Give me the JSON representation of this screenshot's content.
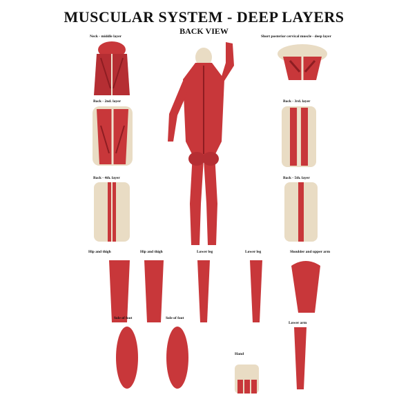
{
  "title": "MUSCULAR SYSTEM - DEEP LAYERS",
  "subtitle": "BACK VIEW",
  "panels": {
    "neck_middle": "Neck - middle layer",
    "short_posterior": "Short posterior cervical muscle - deep layer",
    "back_2nd": "Back - 2nd. layer",
    "back_3rd": "Back - 3rd. layer",
    "back_4th": "Back - 4th. layer",
    "back_5th": "Back - 5th. layer",
    "hip_thigh_1": "Hip and thigh",
    "hip_thigh_2": "Hip and thigh",
    "lower_leg_1": "Lower leg",
    "lower_leg_2": "Lower leg",
    "shoulder_upper_arm": "Shoulder and upper arm",
    "sole_1": "Sole of foot",
    "sole_2": "Sole of foot",
    "hand": "Hand",
    "lower_arm": "Lower arm"
  },
  "colors": {
    "muscle": "#c8373a",
    "muscle_dark": "#8e1d22",
    "tendon": "#efe3cf",
    "bone": "#e9dcc4"
  }
}
